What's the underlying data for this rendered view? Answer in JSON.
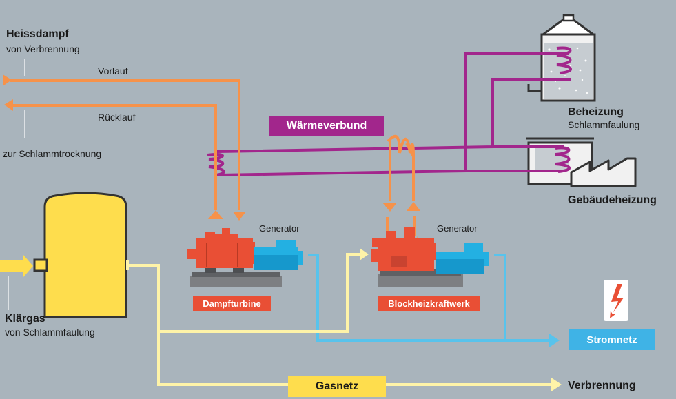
{
  "labels": {
    "heissdampf_title": "Heissdampf",
    "heissdampf_sub": "von Verbrennung",
    "vorlauf": "Vorlauf",
    "ruecklauf": "Rücklauf",
    "schlammtrocknung": "zur Schlammtrocknung",
    "waermeverbund": "Wärmeverbund",
    "beheizung_title": "Beheizung",
    "beheizung_sub": "Schlammfaulung",
    "gebaeudeheizung": "Gebäudeheizung",
    "generator_left": "Generator",
    "generator_right": "Generator",
    "dampfturbine": "Dampfturbine",
    "blockheizkraftwerk": "Blockheizkraftwerk",
    "stromnetz": "Stromnetz",
    "klaergas_title": "Klärgas",
    "klaergas_sub": "von Schlammfaulung",
    "gasnetz": "Gasnetz",
    "verbrennung": "Verbrennung"
  },
  "colors": {
    "background": "#a9b4bc",
    "steam_orange": "#f6924a",
    "heat_purple": "#a2268c",
    "gas_yellow": "#fef3a8",
    "tank_yellow": "#fedd4d",
    "power_blue": "#58c3ec",
    "turbine_red": "#e94f35",
    "motor_cyan": "#23b0e2",
    "base_gray": "#7d7f82",
    "stromnetz_blue": "#3fb3e6"
  },
  "icons": {
    "lightning": "lightning-icon",
    "digester": "digester-tank-icon",
    "factory": "factory-building-icon",
    "gas_tank": "gas-storage-tank-icon"
  }
}
